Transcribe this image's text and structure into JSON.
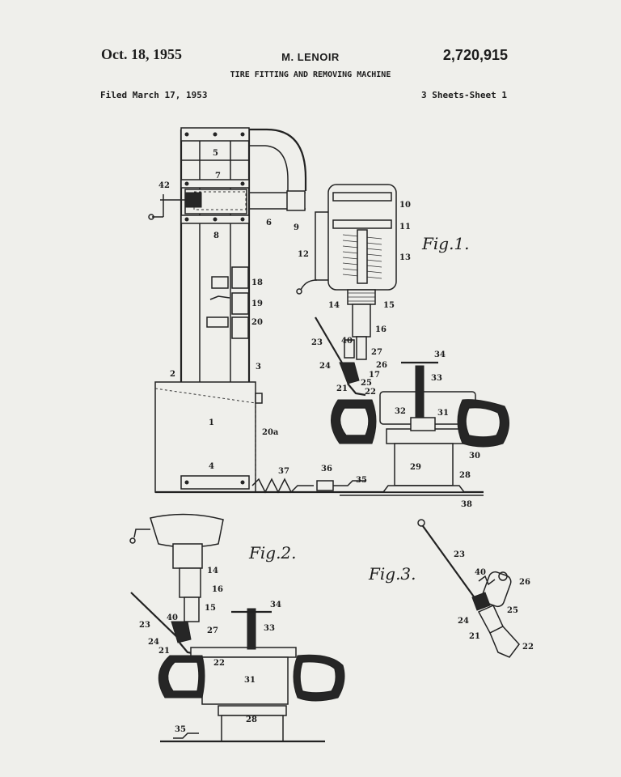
{
  "header": {
    "date": "Oct. 18, 1955",
    "inventor": "M. LENOIR",
    "patent_number": "2,720,915",
    "title": "TIRE FITTING AND REMOVING MACHINE",
    "filed": "Filed March 17, 1953",
    "sheets": "3 Sheets-Sheet 1"
  },
  "figures": {
    "fig1": "Fig.1.",
    "fig2": "Fig.2.",
    "fig3": "Fig.3."
  },
  "labels": {
    "n1": "1",
    "n2": "2",
    "n3": "3",
    "n4": "4",
    "n5": "5",
    "n6": "6",
    "n7": "7",
    "n8": "8",
    "n9": "9",
    "n10": "10",
    "n11": "11",
    "n12": "12",
    "n13": "13",
    "n14": "14",
    "n15": "15",
    "n16": "16",
    "n17": "17",
    "n18": "18",
    "n19": "19",
    "n20": "20",
    "n20a": "20a",
    "n21": "21",
    "n22": "22",
    "n23": "23",
    "n24": "24",
    "n25": "25",
    "n26": "26",
    "n27": "27",
    "n28": "28",
    "n29": "29",
    "n30": "30",
    "n31": "31",
    "n32": "32",
    "n33": "33",
    "n34": "34",
    "n35": "35",
    "n36": "36",
    "n37": "37",
    "n38": "38",
    "n40": "40",
    "n42": "42"
  },
  "colors": {
    "paper": "#efefeb",
    "ink": "#1c1c1c"
  }
}
